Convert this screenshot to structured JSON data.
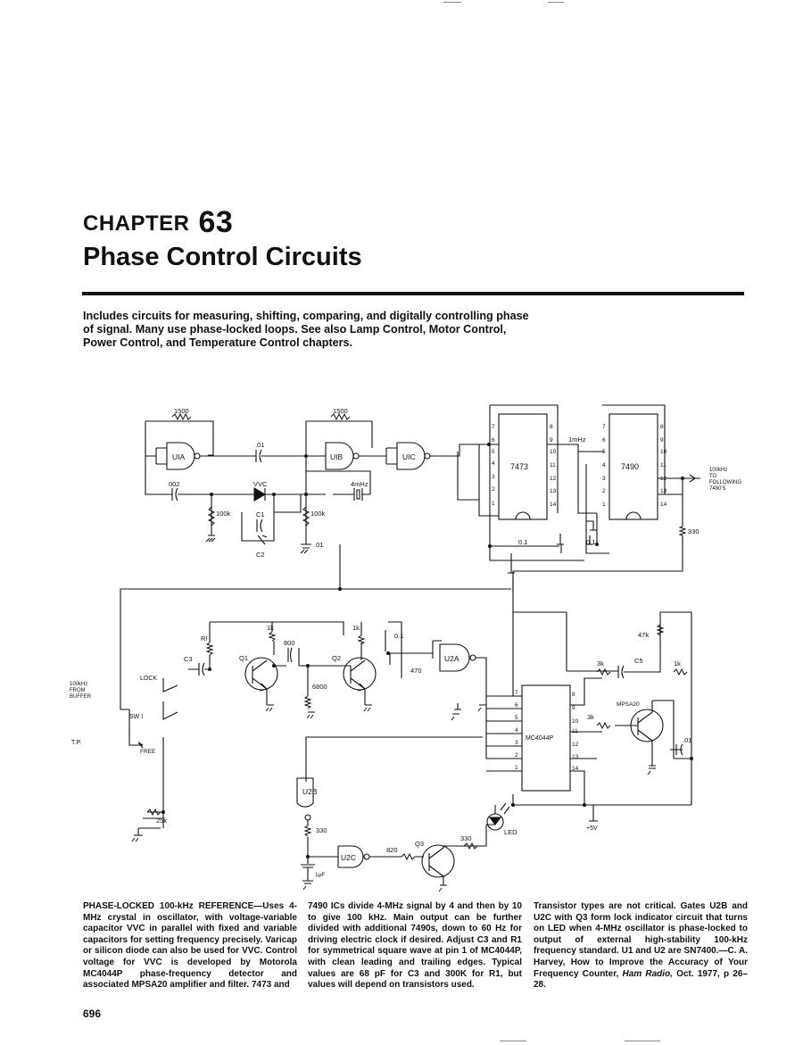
{
  "chapter": {
    "label": "CHAPTER",
    "number": "63",
    "title": "Phase Control Circuits"
  },
  "intro": "Includes circuits for measuring, shifting, comparing, and digitally controlling phase of signal. Many use phase-locked loops. See also Lamp Control, Motor Control, Power Control, and Temperature Control chapters.",
  "schematic": {
    "gates": {
      "u1a": "UIA",
      "u1b": "UIB",
      "u1c": "UIC",
      "u2a": "U2A",
      "u2b": "U2B",
      "u2c": "U2C"
    },
    "ic_7473": {
      "name": "7473",
      "pins_left": [
        "7",
        "6",
        "5",
        "4",
        "3",
        "2",
        "1"
      ],
      "pins_right": [
        "8",
        "9",
        "10",
        "11",
        "12",
        "13",
        "14"
      ]
    },
    "ic_7490": {
      "name": "7490",
      "pins_left": [
        "7",
        "6",
        "5",
        "4",
        "3",
        "2",
        "1"
      ],
      "pins_right": [
        "8",
        "9",
        "10",
        "11",
        "12",
        "13",
        "14"
      ]
    },
    "ic_mc4044": {
      "name": "MC4044P",
      "pins_left": [
        "7",
        "6",
        "5",
        "4",
        "3",
        "2",
        "1"
      ],
      "pins_right": [
        "8",
        "9",
        "10",
        "11",
        "12",
        "13",
        "14"
      ]
    },
    "components": {
      "r1500_a": "1500",
      "r1500_b": "1500",
      "cap_01_top": ".01",
      "cap_002": "002",
      "vvc": "VVC",
      "crystal": "4mHz",
      "r100k_a": "100k",
      "r100k_b": "100k",
      "c1": "C1",
      "c2": "C2",
      "cap_01_mid": ".01",
      "cap_01_a": "0.1",
      "cap_01_b": "0.1",
      "one_mhz": "1mHz",
      "r330_out": "330",
      "out_100khz": "100kHz",
      "out_to": "TO",
      "out_following": "FOLLOWING",
      "out_7490s": "7490'S",
      "r1": "RI",
      "r1k_a": "1k",
      "cap_800": "800",
      "r1k_b": "1k",
      "cap_01_q": "0.1",
      "c3": "C3",
      "q1": "Q1",
      "q2": "Q2",
      "r6800": "6800",
      "cap_470": "470",
      "r47k": "47k",
      "r3k_a": "3k",
      "c5": "C5",
      "r1k_c": "1k",
      "r3k_b": "3k",
      "mpsa20": "MPSA20",
      "cap_01_mp": ".01",
      "in_100khz": "100kHz",
      "in_from": "FROM",
      "in_buffer": "BUFFER",
      "lock": "LOCK",
      "sw1": "SW I",
      "tp": "T.P.",
      "free": "FREE",
      "r25k": "25k",
      "r330_led": "330",
      "led": "LED",
      "q3": "Q3",
      "r330_q3": "330",
      "r820": "820",
      "cap_1uf": "1µF",
      "plus5v": "+5V"
    }
  },
  "caption": {
    "col1_lead": "PHASE-LOCKED 100-kHz REFERENCE",
    "col1": "—Uses 4-MHz crystal in oscillator, with voltage-variable capacitor VVC in parallel with fixed and variable capacitors for setting frequency precisely. Varicap or silicon diode can also be used for VVC. Control voltage for VVC is developed by Motorola MC4044P phase-frequency detector and associated MPSA20 amplifier and filter. 7473 and",
    "col2": "7490 ICs divide 4-MHz signal by 4 and then by 10 to give 100 kHz. Main output can be further divided with additional 7490s, down to 60 Hz for driving electric clock if desired. Adjust C3 and R1 for symmetrical square wave at pin 1 of MC4044P, with clean leading and trailing edges. Typical values are 68 pF for C3 and 300K for R1, but values will depend on transistors used.",
    "col3": "Transistor types are not critical. Gates U2B and U2C with Q3 form lock indicator circuit that turns on LED when 4-MHz oscillator is phase-locked to output of external high-stability 100-kHz frequency standard. U1 and U2 are SN7400.—C. A. Harvey, How to Improve the Accuracy of Your Frequency Counter,",
    "col3_journal": "Ham Radio,",
    "col3_tail": "Oct. 1977, p 26–28."
  },
  "page_number": "696"
}
